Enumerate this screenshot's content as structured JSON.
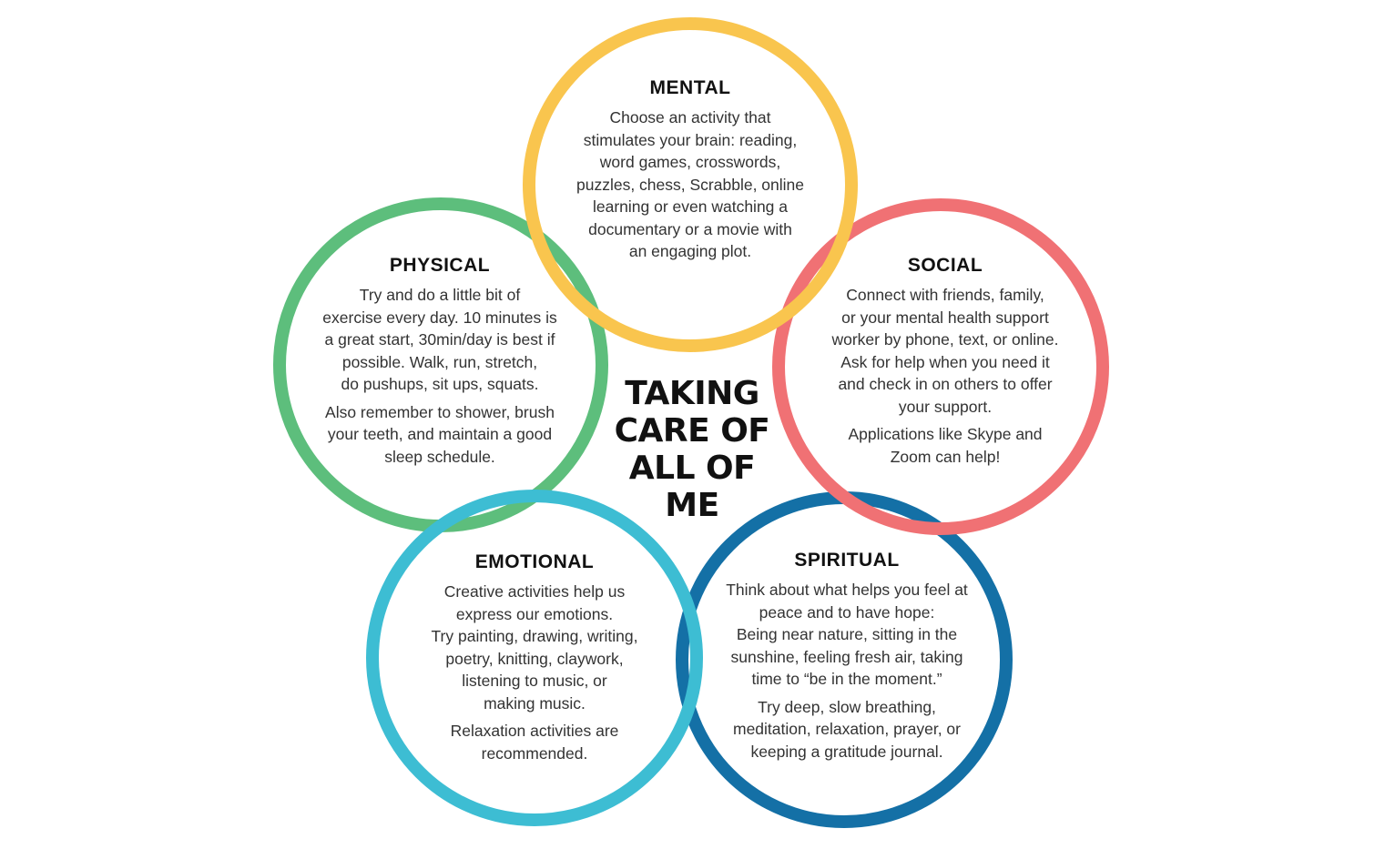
{
  "center": {
    "lines": [
      "TAKING",
      "CARE OF",
      "ALL OF",
      "ME"
    ]
  },
  "circles": {
    "mental": {
      "title": "MENTAL",
      "color": "#F9C54E",
      "lines": [
        "Choose an activity that",
        "stimulates your brain: reading,",
        "word games, crosswords,",
        "puzzles, chess, Scrabble, online",
        "learning or even watching a",
        "documentary or a movie with",
        "an engaging plot."
      ]
    },
    "physical": {
      "title": "PHYSICAL",
      "color": "#5DBE7C",
      "lines": [
        "Try and do a little bit of",
        "exercise every day. 10 minutes is",
        "a great start, 30min/day is best if",
        "possible. Walk, run, stretch,",
        "do pushups, sit ups, squats."
      ],
      "lines2": [
        "Also remember to shower, brush",
        "your teeth, and maintain a good",
        "sleep schedule."
      ]
    },
    "social": {
      "title": "SOCIAL",
      "color": "#F07174",
      "lines": [
        "Connect with friends, family,",
        "or your mental health support",
        "worker by phone, text, or online.",
        "Ask for help when you need it",
        "and check in on others to offer",
        "your support."
      ],
      "lines2": [
        "Applications like Skype and",
        "Zoom can help!"
      ]
    },
    "emotional": {
      "title": "EMOTIONAL",
      "color": "#3DBDD3",
      "lines": [
        "Creative activities help us",
        "express our emotions.",
        "Try painting, drawing, writing,",
        "poetry, knitting, claywork,",
        "listening to music, or",
        "making music."
      ],
      "lines2": [
        "Relaxation activities are",
        "recommended."
      ]
    },
    "spiritual": {
      "title": "SPIRITUAL",
      "color": "#1470A6",
      "lines": [
        "Think about what helps you feel at",
        "peace and to have hope:",
        "Being near nature, sitting in the",
        "sunshine, feeling fresh air, taking",
        "time to “be in the moment.”"
      ],
      "lines2": [
        "Try deep, slow breathing,",
        "meditation, relaxation, prayer, or",
        "keeping a gratitude journal."
      ]
    }
  }
}
